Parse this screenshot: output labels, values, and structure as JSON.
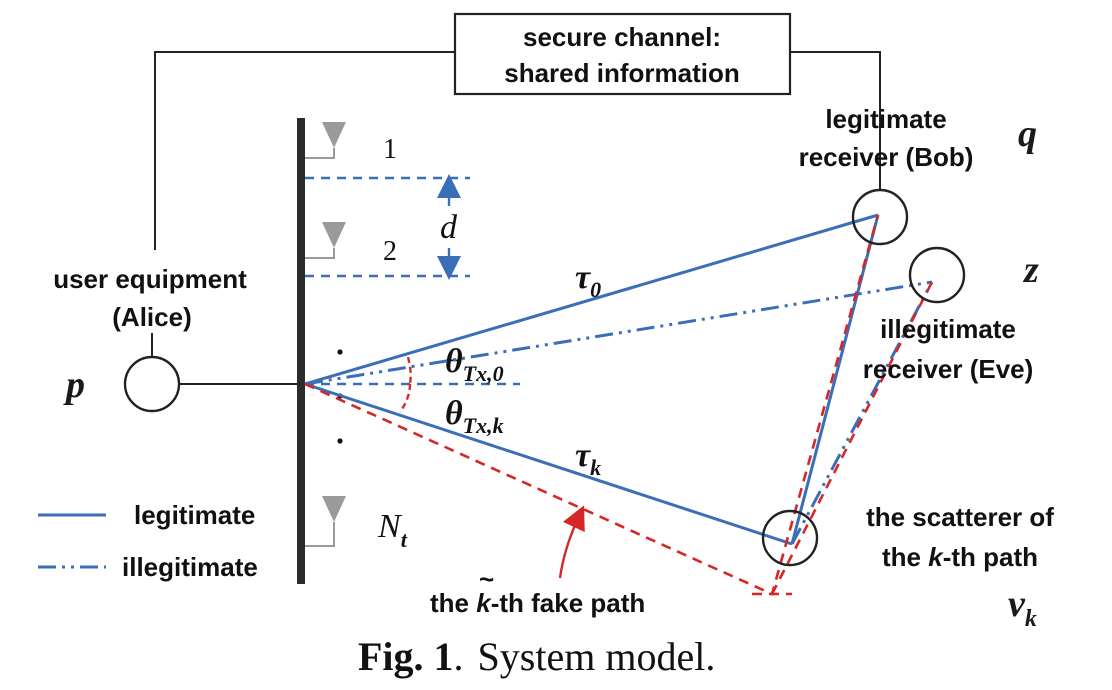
{
  "channel_box": {
    "line1": "secure channel:",
    "line2": "shared information"
  },
  "alice": {
    "line1": "user equipment",
    "line2": "(Alice)",
    "symbol": "p"
  },
  "bob": {
    "line1": "legitimate",
    "line2": "receiver (Bob)",
    "symbol": "q"
  },
  "eve": {
    "line1": "illegitimate",
    "line2": "receiver (Eve)",
    "symbol": "z"
  },
  "scatterer": {
    "line1": "the scatterer of",
    "line2_pre": "the ",
    "line2_k": "k",
    "line2_post": "-th path",
    "symbol": "v",
    "symbol_sub": "k"
  },
  "antennas": {
    "first": "1",
    "second": "2",
    "last_main": "N",
    "last_sub": "t",
    "spacing": "d"
  },
  "angles": {
    "theta0_main": "θ",
    "theta0_sub": "Tx,0",
    "thetak_main": "θ",
    "thetak_sub": "Tx,k"
  },
  "delays": {
    "tau0_main": "τ",
    "tau0_sub": "0",
    "tauk_main": "τ",
    "tauk_sub": "k"
  },
  "fake_path": {
    "pre": "the ",
    "k": "k",
    "tilde": "~",
    "post": "-th fake path"
  },
  "legend": {
    "legitimate": "legitimate",
    "illegitimate": "illegitimate"
  },
  "caption": {
    "label": "Fig. 1",
    "sep": ".",
    "text": "System model."
  },
  "colors": {
    "path_blue": "#3a6fb7",
    "fake_red": "#d62728",
    "antenna_gray": "#9a9a9a"
  }
}
